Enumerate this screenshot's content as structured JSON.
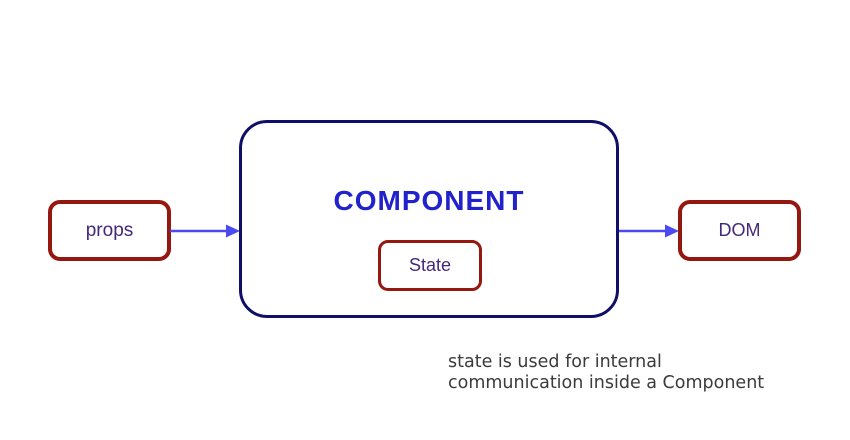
{
  "diagram": {
    "component": {
      "label": "COMPONENT"
    },
    "state": {
      "label": "State"
    },
    "props": {
      "label": "props"
    },
    "dom": {
      "label": "DOM"
    },
    "caption": {
      "line1": "state is used for internal",
      "line2": "communication inside a Component"
    },
    "arrows": [
      {
        "name": "props-to-component",
        "direction": "right"
      },
      {
        "name": "component-to-dom",
        "direction": "right"
      }
    ]
  },
  "colors": {
    "background": "#ffffff",
    "component_border": "#0f0f68",
    "component_text": "#2222cc",
    "red_box_border": "#941710",
    "box_label_text": "#44287a",
    "arrow": "#4a4af0",
    "caption_text": "#3b3b3b"
  }
}
